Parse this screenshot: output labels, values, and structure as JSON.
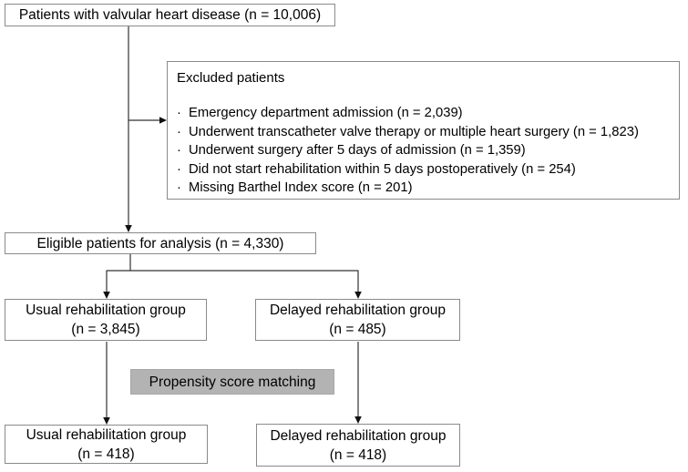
{
  "figure": {
    "kind": "patient-flow-diagram"
  },
  "colors": {
    "background": "#ffffff",
    "box_border": "#8a8a8a",
    "connector_line": "#333333",
    "arrowhead": "#111111",
    "matching_box_fill": "#b3b3b3",
    "text": "#000000"
  },
  "boxes": {
    "patients_total": {
      "label": "Patients with valvular heart disease (n = 10,006)"
    },
    "excluded": {
      "title": "Excluded patients",
      "bullet": "·",
      "items": [
        "Emergency department admission (n = 2,039)",
        "Underwent transcatheter valve therapy or multiple heart surgery (n = 1,823)",
        "Underwent surgery after 5 days of admission (n = 1,359)",
        "Did not start rehabilitation within 5 days postoperatively (n = 254)",
        "Missing Barthel Index score (n = 201)"
      ]
    },
    "eligible": {
      "label": "Eligible patients for analysis (n = 4,330)"
    },
    "usual_group": {
      "line1": "Usual rehabilitation group",
      "line2": "(n = 3,845)"
    },
    "delayed_group": {
      "line1": "Delayed rehabilitation group",
      "line2": "(n = 485)"
    },
    "matching": {
      "label": "Propensity score matching"
    },
    "usual_matched": {
      "line1": "Usual rehabilitation group",
      "line2": "(n = 418)"
    },
    "delayed_matched": {
      "line1": "Delayed rehabilitation group",
      "line2": "(n = 418)"
    }
  }
}
